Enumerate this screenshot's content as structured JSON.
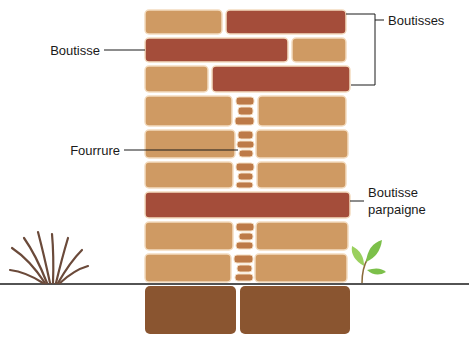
{
  "diagram": {
    "labels": [
      "Boutisse",
      "Boutisses",
      "Fourrure",
      "Boutisse parpaigne"
    ]
  }
}
